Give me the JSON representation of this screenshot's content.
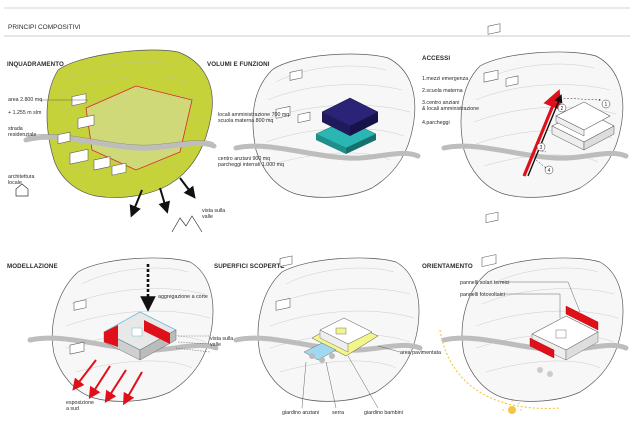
{
  "header": {
    "title": "PRINCIPI COMPOSITIVI"
  },
  "panels": {
    "inquadramento": {
      "title": "INQUADRAMENTO",
      "area": "area 2.800 mq",
      "altitude": "+ 1.255 m slm",
      "road": "strada\nresidenziale",
      "architecture": "architettura\nlocale",
      "view": "vista sulla\nvalle"
    },
    "volumi": {
      "title": "VOLUMI E FUNZIONI",
      "upper": "locali amministrazione 700 mq\nscuola materna 800 mq",
      "lower": "centro anziani 900 mq\nparcheggi interrati 1.000 mq"
    },
    "accessi": {
      "title": "ACCESSI",
      "items": [
        "1.mezzi emergenza",
        "2.scuola materna",
        "3.centro anziani\n& locali amministrazione",
        "4.parcheggi"
      ],
      "markers": [
        "1",
        "2",
        "3",
        "4"
      ]
    },
    "modellazione": {
      "title": "MODELLAZIONE",
      "court": "aggregazione a corte",
      "view": "vista sulla\nvalle",
      "exposure": "esposizione\na sud"
    },
    "superfici": {
      "title": "SUPERFICI SCOPERTE",
      "paved": "area pavimentata",
      "bottom_labels": [
        "giardino anziani",
        "serra",
        "giardino bambini"
      ]
    },
    "orientamento": {
      "title": "ORIENTAMENTO",
      "thermal": "pannelli solari termici",
      "pv": "pannelli fotovoltaici"
    }
  },
  "colors": {
    "terrain_highlight": "#c6d23a",
    "volume_top": "#2a2377",
    "volume_bottom": "#2ab7b3",
    "accent_red": "#e0101b",
    "court_outline": "#6fb7d6",
    "garden_yellow": "#f3f58a",
    "sun": "#f4c542"
  }
}
